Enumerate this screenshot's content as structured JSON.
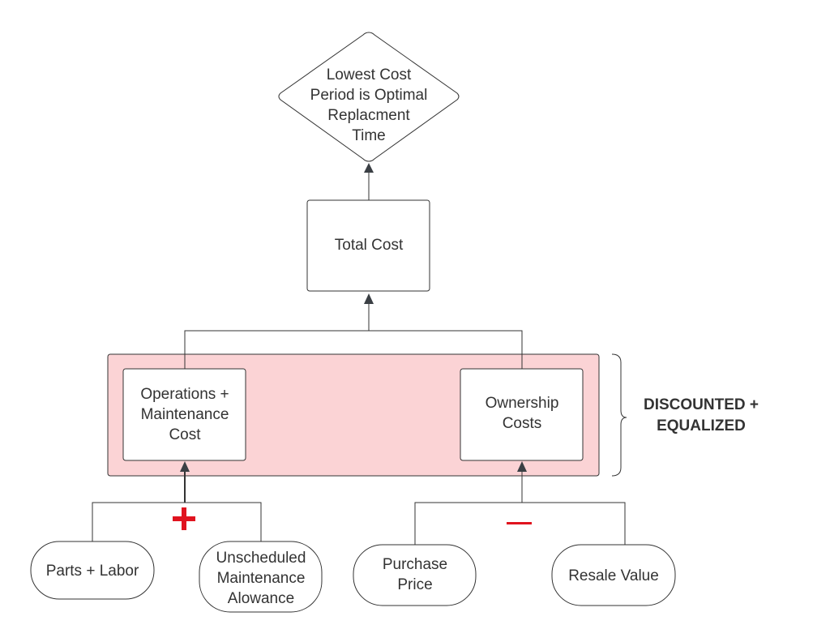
{
  "nodes": {
    "decision": {
      "lines": [
        "Lowest Cost",
        "Period is Optimal",
        "Replacment",
        "Time"
      ]
    },
    "total_cost": {
      "lines": [
        "Total Cost"
      ]
    },
    "operations_maintenance": {
      "lines": [
        "Operations +",
        "Maintenance",
        "Cost"
      ]
    },
    "ownership_costs": {
      "lines": [
        "Ownership",
        "Costs"
      ]
    },
    "parts_labor": {
      "lines": [
        "Parts + Labor"
      ]
    },
    "unscheduled_maintenance": {
      "lines": [
        "Unscheduled",
        "Maintenance",
        "Alowance"
      ]
    },
    "purchase_price": {
      "lines": [
        "Purchase",
        "Price"
      ]
    },
    "resale_value": {
      "lines": [
        "Resale Value"
      ]
    }
  },
  "side_label": {
    "lines": [
      "DISCOUNTED +",
      "EQUALIZED"
    ]
  },
  "operators": {
    "plus": "+",
    "minus": "—"
  },
  "colors": {
    "highlight_fill": "#fbd3d5",
    "highlight_stroke": "#333333",
    "operator_red": "#e0131f",
    "line": "#333333",
    "text": "#333333"
  }
}
